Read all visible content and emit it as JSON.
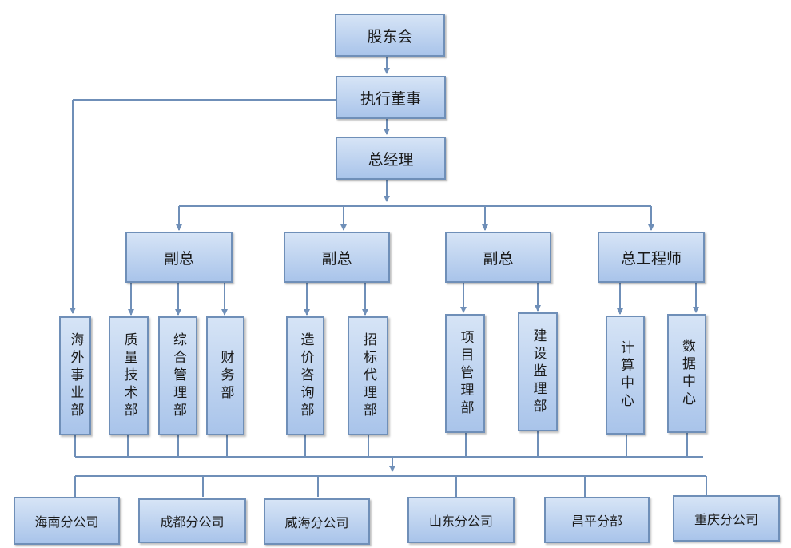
{
  "top": [
    "股东会",
    "执行董事",
    "总经理"
  ],
  "managers": [
    "副总",
    "副总",
    "副总",
    "总工程师"
  ],
  "departments": [
    "海外事业部",
    "质量技术部",
    "综合管理部",
    "财务部",
    "造价咨询部",
    "招标代理部",
    "项目管理部",
    "建设监理部",
    "计算中心",
    "数据中心"
  ],
  "branches": [
    "海南分公司",
    "成都分公司",
    "威海分公司",
    "山东分公司",
    "昌平分部",
    "重庆分公司"
  ],
  "colors": {
    "line": "#6f8fb8",
    "fill_top": "#d6e4f6",
    "fill_bottom": "#a9c4ea",
    "border": "#6f8fb8"
  }
}
